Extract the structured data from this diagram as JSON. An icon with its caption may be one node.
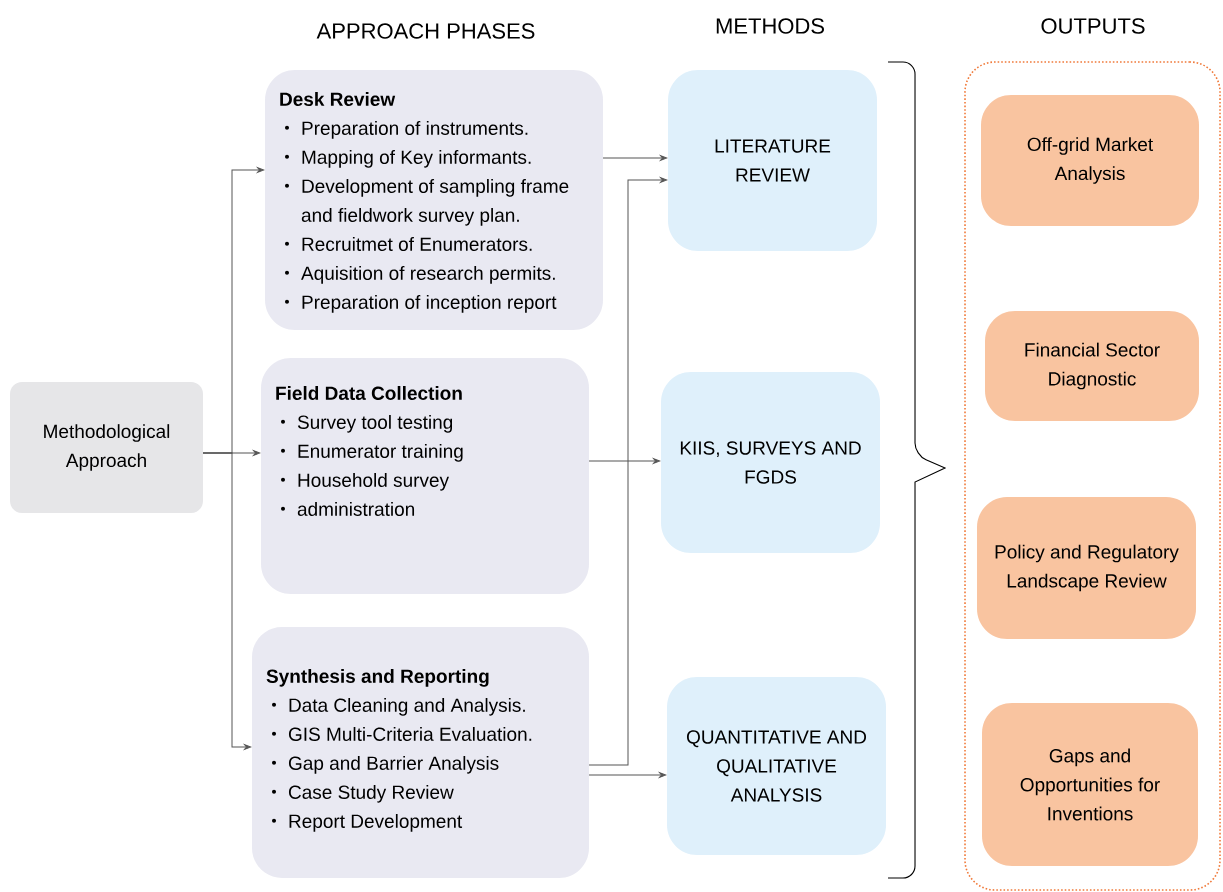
{
  "diagram": {
    "nodes": [
      {
        "text": [
          "Methodological Approach"
        ]
      },
      {
        "text": [
          "Desk Review",
          "Preparation of instruments.",
          "Mapping of Key informants.",
          "Development of sampling frame and fieldwork survey plan.",
          "Recruitmet of Enumerators.",
          "Aquisition of research permits.",
          "Preparation of inception report"
        ]
      },
      {
        "text": [
          "Field Data Collection",
          "Survey  tool testing",
          "Enumerator training",
          "Household survey",
          "administration"
        ]
      },
      {
        "text": [
          "Synthesis and Reporting",
          "Data Cleaning and Analysis.",
          "GIS Multi-Criteria Evaluation.",
          "Gap and Barrier Analysis",
          "Case Study Review",
          "Report Development"
        ]
      },
      {
        "text": [
          "LITERATURE REVIEW"
        ]
      },
      {
        "text": [
          "KIIS, SURVEYS AND FGDS"
        ]
      },
      {
        "text": [
          "QUANTITATIVE AND QUALITATIVE ANALYSIS"
        ]
      },
      {
        "text": [],
        "shape": "box"
      },
      {
        "text": [
          "Off-grid Market Analysis"
        ],
        "in": 7
      },
      {
        "text": [
          "Financial Sector Diagnostic"
        ],
        "in": 7
      },
      {
        "text": [
          "Policy and Regulatory Landscape Review"
        ],
        "in": 7
      },
      {
        "text": [
          "Gaps and Opportunities for Inventions"
        ],
        "in": 7
      }
    ],
    "edges": [
      {
        "from": 0,
        "to": 1,
        "arrow": "to"
      },
      {
        "from": 0,
        "to": 2,
        "arrow": "to"
      },
      {
        "from": 0,
        "to": 3,
        "arrow": "to"
      },
      {
        "from": 1,
        "to": 4,
        "arrow": "to"
      },
      {
        "from": 3,
        "to": 4,
        "arrow": "to"
      },
      {
        "from": 2,
        "to": 5,
        "arrow": "to"
      },
      {
        "from": 3,
        "to": 6,
        "arrow": "to"
      }
    ],
    "labels": [
      "APPROACH PHASES",
      "METHODS",
      "OUTPUTS"
    ]
  }
}
